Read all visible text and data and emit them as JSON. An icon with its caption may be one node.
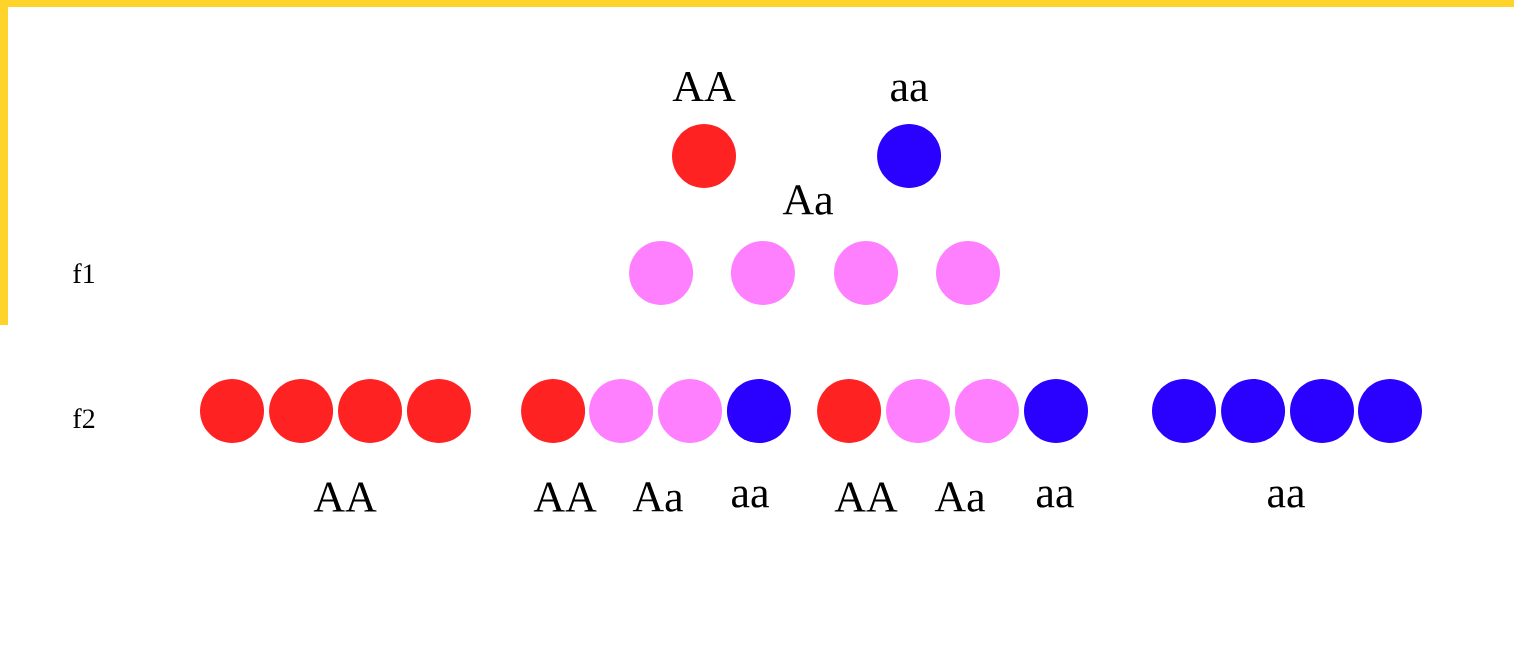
{
  "diagram": {
    "nodes": [
      {
        "text": [
          "AA"
        ]
      },
      {
        "text": [
          "aa"
        ]
      },
      {
        "text": [],
        "shape": "circle"
      },
      {
        "text": [],
        "shape": "circle"
      },
      {
        "text": [],
        "shape": "circle"
      },
      {
        "text": [],
        "shape": "circle"
      },
      {
        "text": [],
        "shape": "circle"
      },
      {
        "text": [],
        "shape": "circle"
      },
      {
        "text": [],
        "shape": "circle"
      },
      {
        "text": [],
        "shape": "circle"
      },
      {
        "text": [],
        "shape": "circle"
      },
      {
        "text": [],
        "shape": "circle"
      },
      {
        "text": [],
        "shape": "circle"
      },
      {
        "text": [],
        "shape": "circle"
      },
      {
        "text": [],
        "shape": "circle"
      },
      {
        "text": [],
        "shape": "circle"
      },
      {
        "text": [],
        "shape": "circle"
      },
      {
        "text": [],
        "shape": "circle"
      },
      {
        "text": [],
        "shape": "circle"
      },
      {
        "text": [],
        "shape": "circle"
      },
      {
        "text": [],
        "shape": "circle"
      },
      {
        "text": [],
        "shape": "circle"
      }
    ],
    "labels": [
      "Aa",
      "f1",
      "f2",
      "AA",
      "AA",
      "Aa",
      "aa",
      "AA",
      "Aa",
      "aa",
      "aa"
    ]
  }
}
